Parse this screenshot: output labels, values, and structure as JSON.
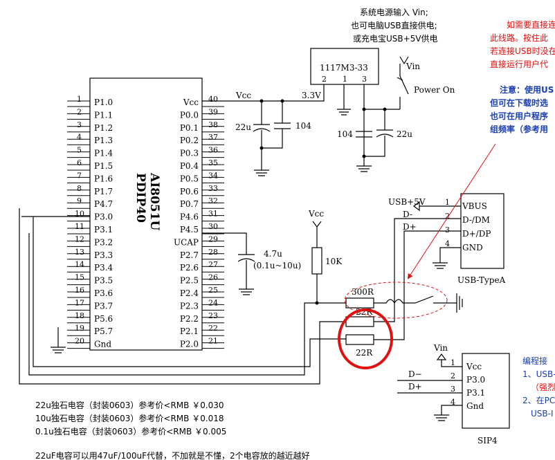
{
  "power_note": {
    "line1": "系统电源输入 Vin;",
    "line2": "也可电脑USB直接供电;",
    "line3": "或充电宝USB+5V供电"
  },
  "regulator": {
    "label": "1117M3-33",
    "pin1": "1",
    "pin2": "2",
    "pin3": "3"
  },
  "switch": {
    "vin": "Vin",
    "label": "Power On"
  },
  "red_note": {
    "line1": "如需要直接连",
    "line2": "此线路。按住此",
    "line3": "若连接USB时没在",
    "line4": "直接运行用户代"
  },
  "blue_note": {
    "line1": "注意：使用US",
    "line2": "但可在下载时选",
    "line3": "也可在用户程序",
    "line4": "组频率（参考用"
  },
  "mcu": {
    "name": "AI8051U",
    "package": "PDIP40",
    "left_pins": [
      {
        "num": "1",
        "name": "P1.0"
      },
      {
        "num": "2",
        "name": "P1.1"
      },
      {
        "num": "3",
        "name": "P1.2"
      },
      {
        "num": "4",
        "name": "P1.3"
      },
      {
        "num": "5",
        "name": "P1.4"
      },
      {
        "num": "6",
        "name": "P1.5"
      },
      {
        "num": "7",
        "name": "P1.6"
      },
      {
        "num": "8",
        "name": "P1.7"
      },
      {
        "num": "9",
        "name": "P4.7"
      },
      {
        "num": "10",
        "name": "P3.0"
      },
      {
        "num": "11",
        "name": "P3.1"
      },
      {
        "num": "12",
        "name": "P3.2"
      },
      {
        "num": "13",
        "name": "P3.3"
      },
      {
        "num": "14",
        "name": "P3.4"
      },
      {
        "num": "15",
        "name": "P3.5"
      },
      {
        "num": "16",
        "name": "P3.6"
      },
      {
        "num": "17",
        "name": "P3.7"
      },
      {
        "num": "18",
        "name": "P5.6"
      },
      {
        "num": "19",
        "name": "P5.7"
      },
      {
        "num": "20",
        "name": "Gnd"
      }
    ],
    "right_pins": [
      {
        "num": "40",
        "name": "Vcc"
      },
      {
        "num": "39",
        "name": "P0.0"
      },
      {
        "num": "38",
        "name": "P0.1"
      },
      {
        "num": "37",
        "name": "P0.2"
      },
      {
        "num": "36",
        "name": "P0.3"
      },
      {
        "num": "35",
        "name": "P0.4"
      },
      {
        "num": "34",
        "name": "P0.5"
      },
      {
        "num": "33",
        "name": "P0.6"
      },
      {
        "num": "32",
        "name": "P0.7"
      },
      {
        "num": "31",
        "name": "P4.6"
      },
      {
        "num": "30",
        "name": "P4.5"
      },
      {
        "num": "29",
        "name": "UCAP"
      },
      {
        "num": "28",
        "name": "P2.7"
      },
      {
        "num": "27",
        "name": "P2.6"
      },
      {
        "num": "26",
        "name": "P2.5"
      },
      {
        "num": "25",
        "name": "P2.4"
      },
      {
        "num": "24",
        "name": "P2.3"
      },
      {
        "num": "23",
        "name": "P2.2"
      },
      {
        "num": "22",
        "name": "P2.1"
      },
      {
        "num": "21",
        "name": "P2.0"
      }
    ]
  },
  "labels": {
    "vcc": "Vcc",
    "v33": "3.3V",
    "cap22u_left": "22u",
    "cap104_left": "104",
    "cap104_right": "104",
    "cap22u_right": "22u",
    "vcc_pullup": "Vcc",
    "r10k": "10K",
    "cap47u": "4.7u",
    "cap47u_range": "(0.1u~10u)",
    "r300": "300R",
    "r22_top": "22R",
    "r22_bottom": "22R",
    "usb5v": "USB+5V",
    "dminus": "D-",
    "dplus": "D+",
    "sip_vin": "Vin",
    "sip_dminus": "D−",
    "sip_dplus": "D+"
  },
  "usb": {
    "title": "USB-TypeA",
    "pins": [
      {
        "num": "1",
        "name": "VBUS"
      },
      {
        "num": "2",
        "name": "D-/DM"
      },
      {
        "num": "3",
        "name": "D+/DP"
      },
      {
        "num": "4",
        "name": "GND"
      }
    ]
  },
  "sip": {
    "title": "SIP4",
    "pins": [
      {
        "num": "1",
        "name": "Vcc"
      },
      {
        "num": "2",
        "name": "P3.0"
      },
      {
        "num": "3",
        "name": "P3.1"
      },
      {
        "num": "4",
        "name": "Gnd"
      }
    ]
  },
  "prog_note": {
    "line1": "编程接",
    "line2": "1、USB-",
    "line3": "（强烈",
    "line4": "2、在PC",
    "line5": "USB-I"
  },
  "bottom_notes": {
    "line1": "22u独石电容（封装0603）参考价<RMB ￥0.030",
    "line2": "10u独石电容（封装0603）参考价<RMB ￥0.018",
    "line3": "0.1u独石电容（封装0603）参考价<RMB ￥0.005",
    "line4": "22uF电容可以用47uF/100uF代替，不加就是不懂，2个电容放的越近越好"
  },
  "colors": {
    "wire": "#000000",
    "highlight_circle": "#e01010",
    "dashed_ellipse": "#e01010",
    "arrow": "#e01010",
    "note_red": "#e01010",
    "note_blue": "#1a3fb0"
  }
}
